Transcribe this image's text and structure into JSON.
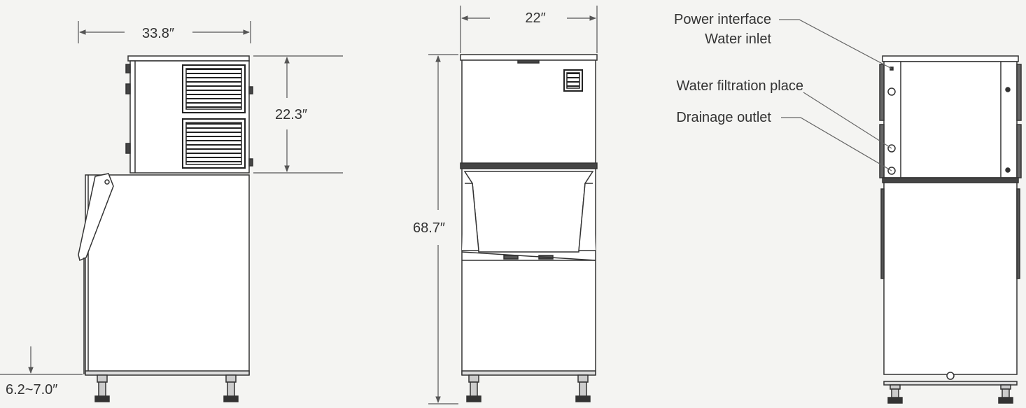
{
  "side_view": {
    "overall_width": "33.8″",
    "head_height": "22.3″",
    "leg_height": "6.2~7.0″"
  },
  "front_view": {
    "width": "22″",
    "total_height": "68.7″"
  },
  "back_view": {
    "callouts": [
      {
        "label": "Power interface"
      },
      {
        "label": "Water inlet"
      },
      {
        "label": "Water filtration place"
      },
      {
        "label": "Drainage outlet"
      }
    ]
  }
}
